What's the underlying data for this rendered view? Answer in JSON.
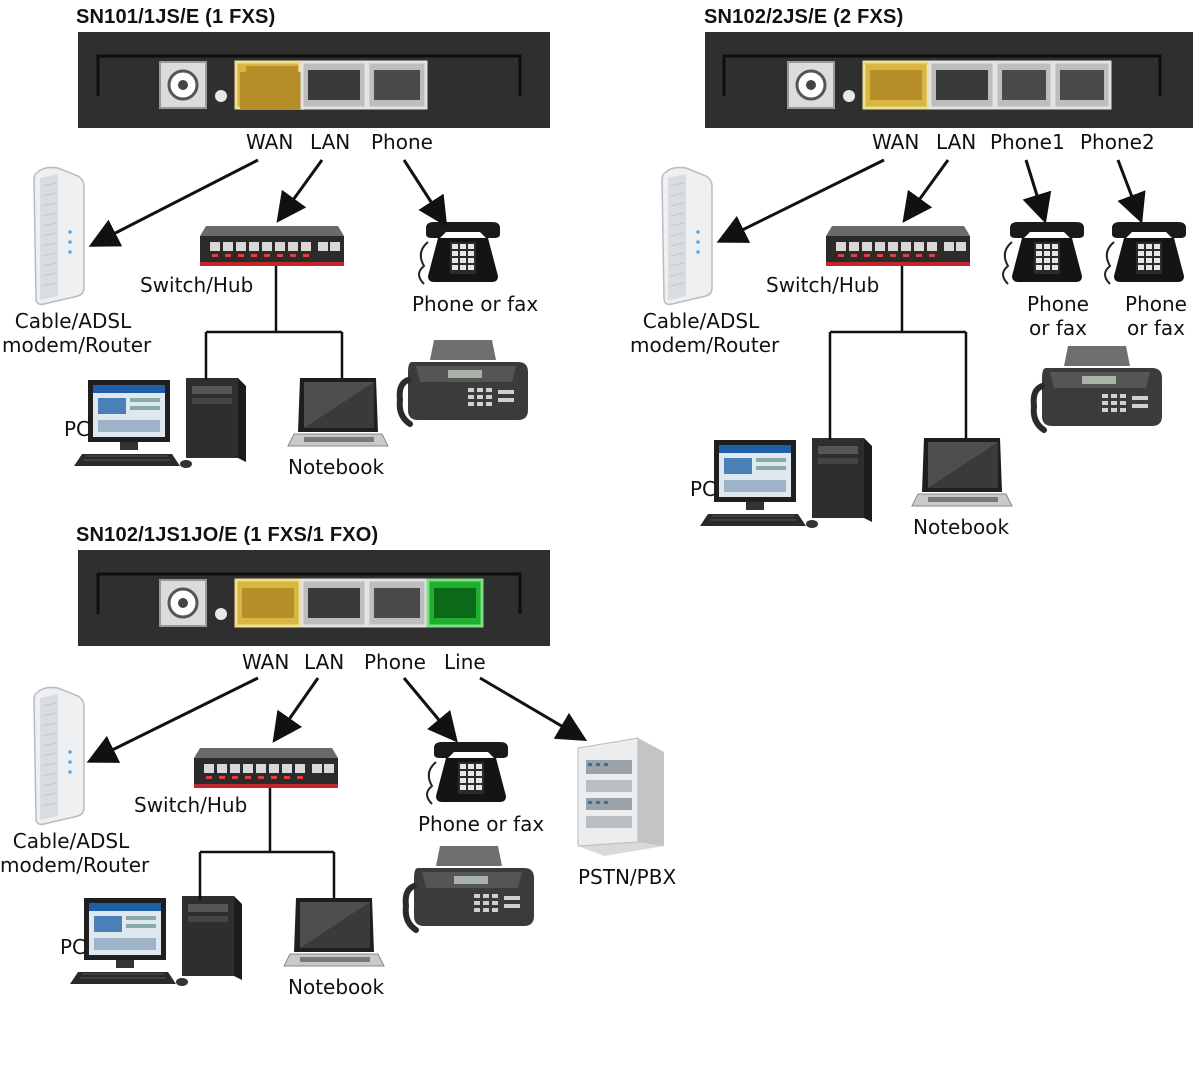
{
  "colors": {
    "panel": "#303030",
    "wan_port": "#c8a23a",
    "lan_port": "#3a3a3a",
    "phone_port": "#4a4a4a",
    "line_port": "#0b7a1e",
    "arrow": "#111111"
  },
  "diagram1": {
    "title": "SN101/1JS/E (1 FXS)",
    "ports": {
      "wan": "WAN",
      "lan": "LAN",
      "phone": "Phone"
    },
    "devices": {
      "modem": [
        "Cable/ADSL",
        "modem/Router"
      ],
      "switch": "Switch/Hub",
      "phone": "Phone or fax",
      "pc": "PC",
      "notebook": "Notebook"
    }
  },
  "diagram2": {
    "title": "SN102/2JS/E (2 FXS)",
    "ports": {
      "wan": "WAN",
      "lan": "LAN",
      "phone1": "Phone1",
      "phone2": "Phone2"
    },
    "devices": {
      "modem": [
        "Cable/ADSL",
        "modem/Router"
      ],
      "switch": "Switch/Hub",
      "phone1": [
        "Phone",
        "or fax"
      ],
      "phone2": [
        "Phone",
        "or fax"
      ],
      "pc": "PC",
      "notebook": "Notebook"
    }
  },
  "diagram3": {
    "title": "SN102/1JS1JO/E (1 FXS/1 FXO)",
    "ports": {
      "wan": "WAN",
      "lan": "LAN",
      "phone": "Phone",
      "line": "Line"
    },
    "devices": {
      "modem": [
        "Cable/ADSL",
        "modem/Router"
      ],
      "switch": "Switch/Hub",
      "phone": "Phone or fax",
      "pstn": "PSTN/PBX",
      "pc": "PC",
      "notebook": "Notebook"
    }
  }
}
